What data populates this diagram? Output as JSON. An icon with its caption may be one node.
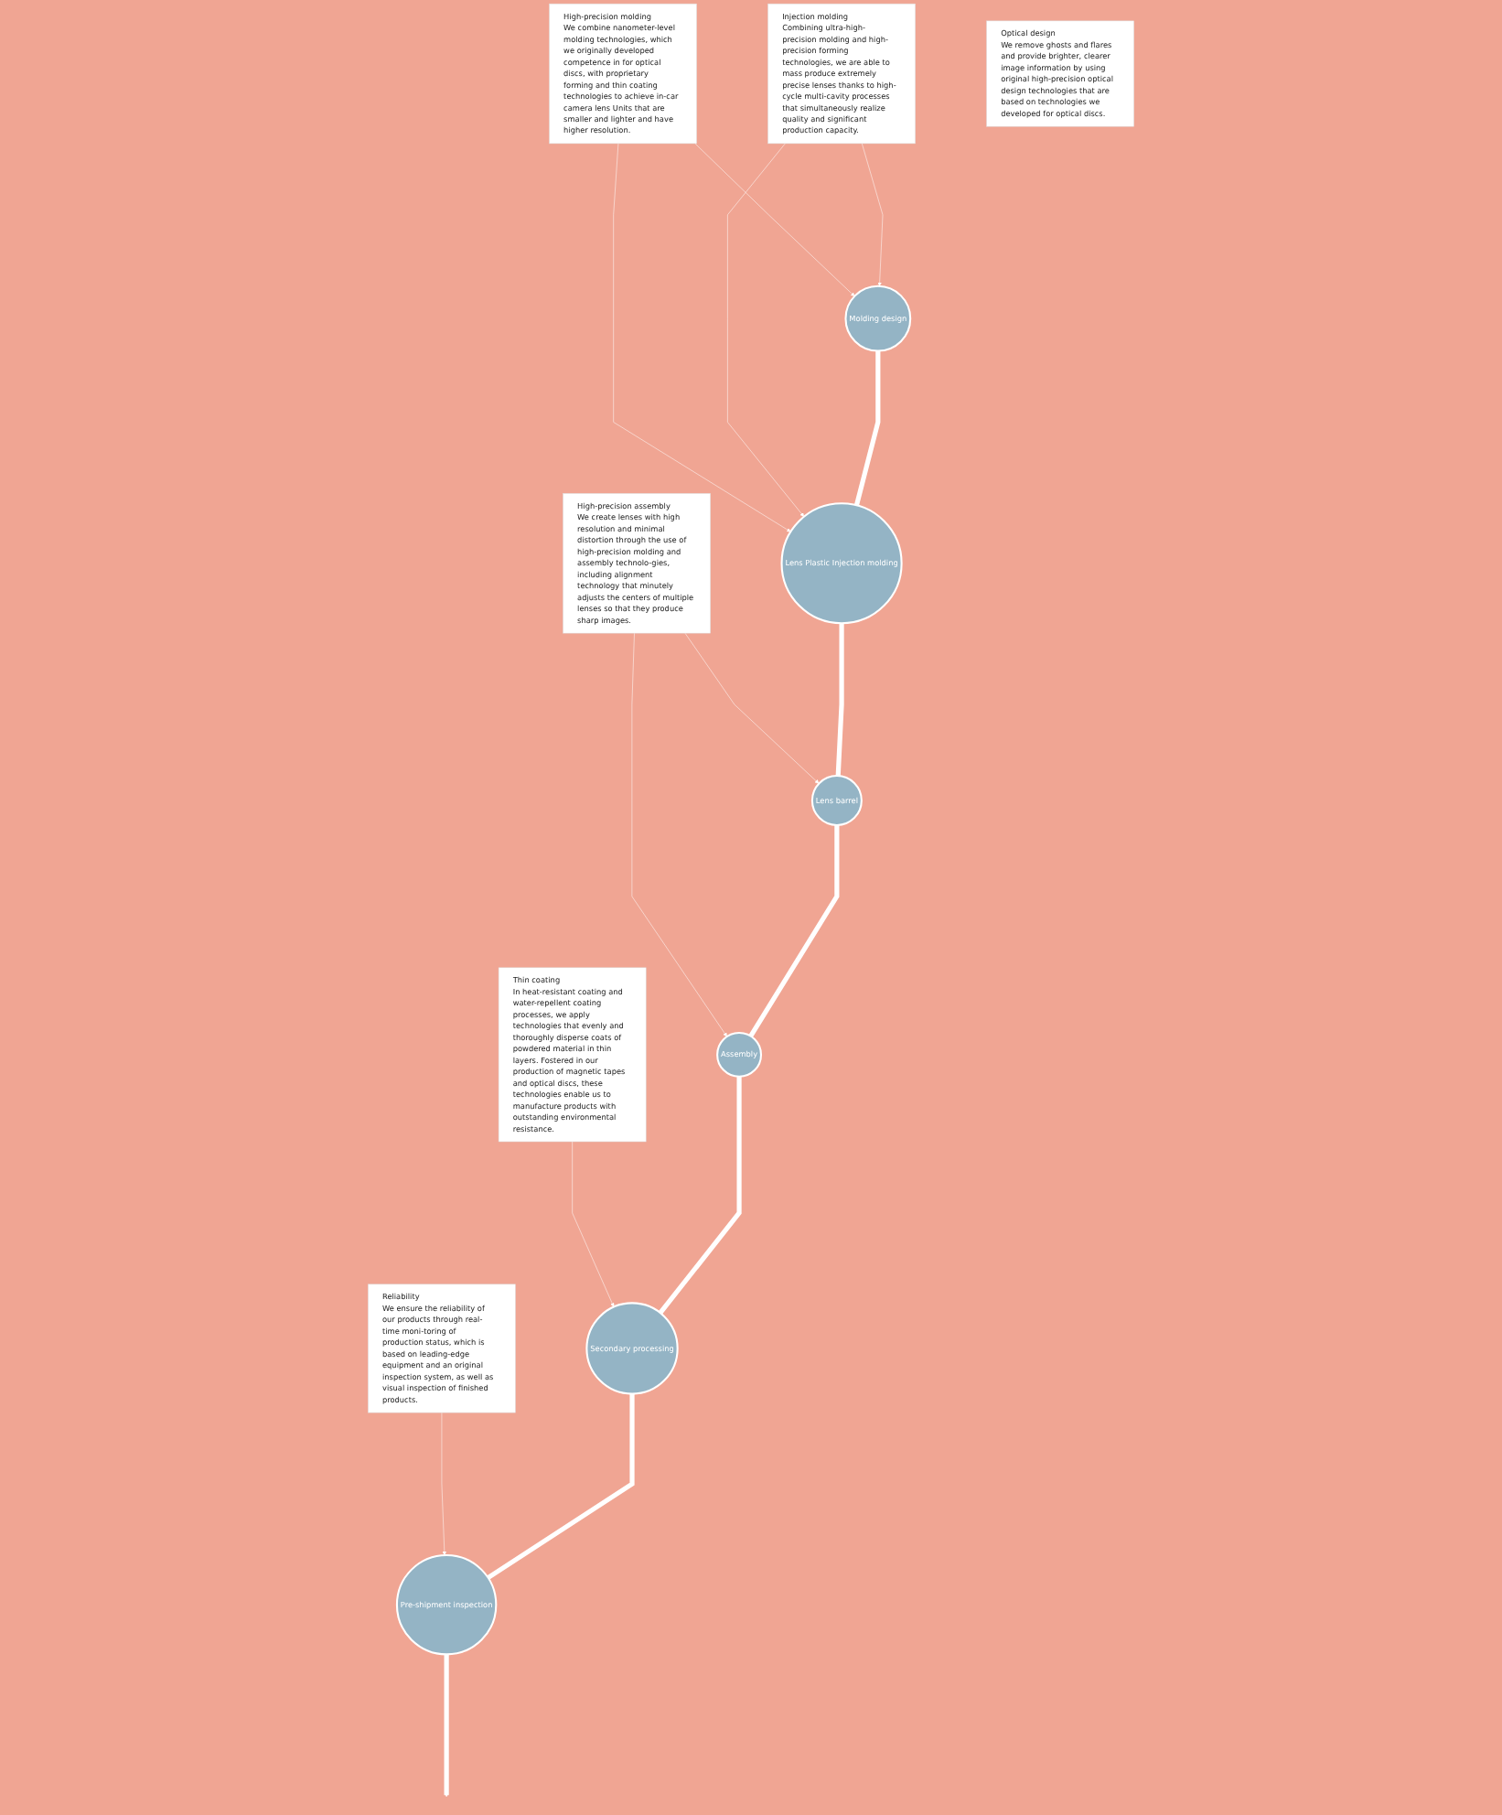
{
  "diagram": {
    "nodes": [
      {
        "text": [
          "High-precision molding",
          "We combine nanometer-level molding technologies, which we originally developed competence in for optical discs, with proprietary forming and thin coating technologies to achieve in-car camera lens Units that are smaller and lighter and have higher resolution."
        ]
      },
      {
        "text": [
          "Optical design",
          "We remove ghosts and flares and provide brighter, clearer image information by using original high-precision optical design technologies that are based on technologies we developed for optical discs."
        ]
      },
      {
        "text": [
          "Injection molding",
          "Combining ultra-high-precision molding and high-precision forming technologies, we are able to mass produce extremely precise lenses thanks to high-cycle multi-cavity processes that simultaneously realize quality and significant production capacity."
        ]
      },
      {
        "text": [
          "High-precision assembly",
          "We create lenses with high resolution and minimal distortion through the use of high-precision molding and assembly technolo-gies, including alignment technology that minutely adjusts the centers of multiple lenses so that they produce sharp images."
        ]
      },
      {
        "text": [
          "Thin coating",
          "In heat-resistant coating and water-repellent coating processes, we apply technologies that evenly and thoroughly disperse coats of powdered material in thin layers. Fostered in our production of magnetic tapes and optical discs, these technologies enable us to manufacture products with outstanding environmental resistance."
        ]
      },
      {
        "text": [
          "Reliability",
          "We ensure the reliability of our products through real-time moni-toring of production status, which is based on leading-edge equipment and an original inspection system, as well as visual inspection of finished products."
        ]
      },
      {
        "text": [
          "Molding design"
        ]
      },
      {
        "text": [
          "Lens Plastic Injection molding"
        ]
      },
      {
        "text": [
          "Lens barrel"
        ]
      },
      {
        "text": [
          "Assembly"
        ]
      },
      {
        "text": [
          "Secondary processing"
        ]
      },
      {
        "text": [
          "Pre-shipment inspection"
        ]
      }
    ],
    "edges": [
      {
        "from": 0,
        "to": 6,
        "arrow": "to"
      },
      {
        "from": 0,
        "to": 7,
        "arrow": "to"
      },
      {
        "from": 2,
        "to": 6,
        "arrow": "to"
      },
      {
        "from": 2,
        "to": 7,
        "arrow": "to"
      },
      {
        "from": 3,
        "to": 8,
        "arrow": "to"
      },
      {
        "from": 3,
        "to": 9,
        "arrow": "to"
      },
      {
        "from": 4,
        "to": 10,
        "arrow": "to"
      },
      {
        "from": 5,
        "to": 11,
        "arrow": "to"
      },
      {
        "from": 6,
        "to": 7,
        "arrow": "none",
        "style": "thick"
      },
      {
        "from": 7,
        "to": 8,
        "arrow": "none",
        "style": "thick"
      },
      {
        "from": 8,
        "to": 9,
        "arrow": "none",
        "style": "thick"
      },
      {
        "from": 9,
        "to": 10,
        "arrow": "none",
        "style": "thick"
      },
      {
        "from": 10,
        "to": 11,
        "arrow": "none",
        "style": "thick"
      },
      {
        "from": 11,
        "to": null,
        "arrow": "to",
        "style": "thick"
      }
    ]
  }
}
